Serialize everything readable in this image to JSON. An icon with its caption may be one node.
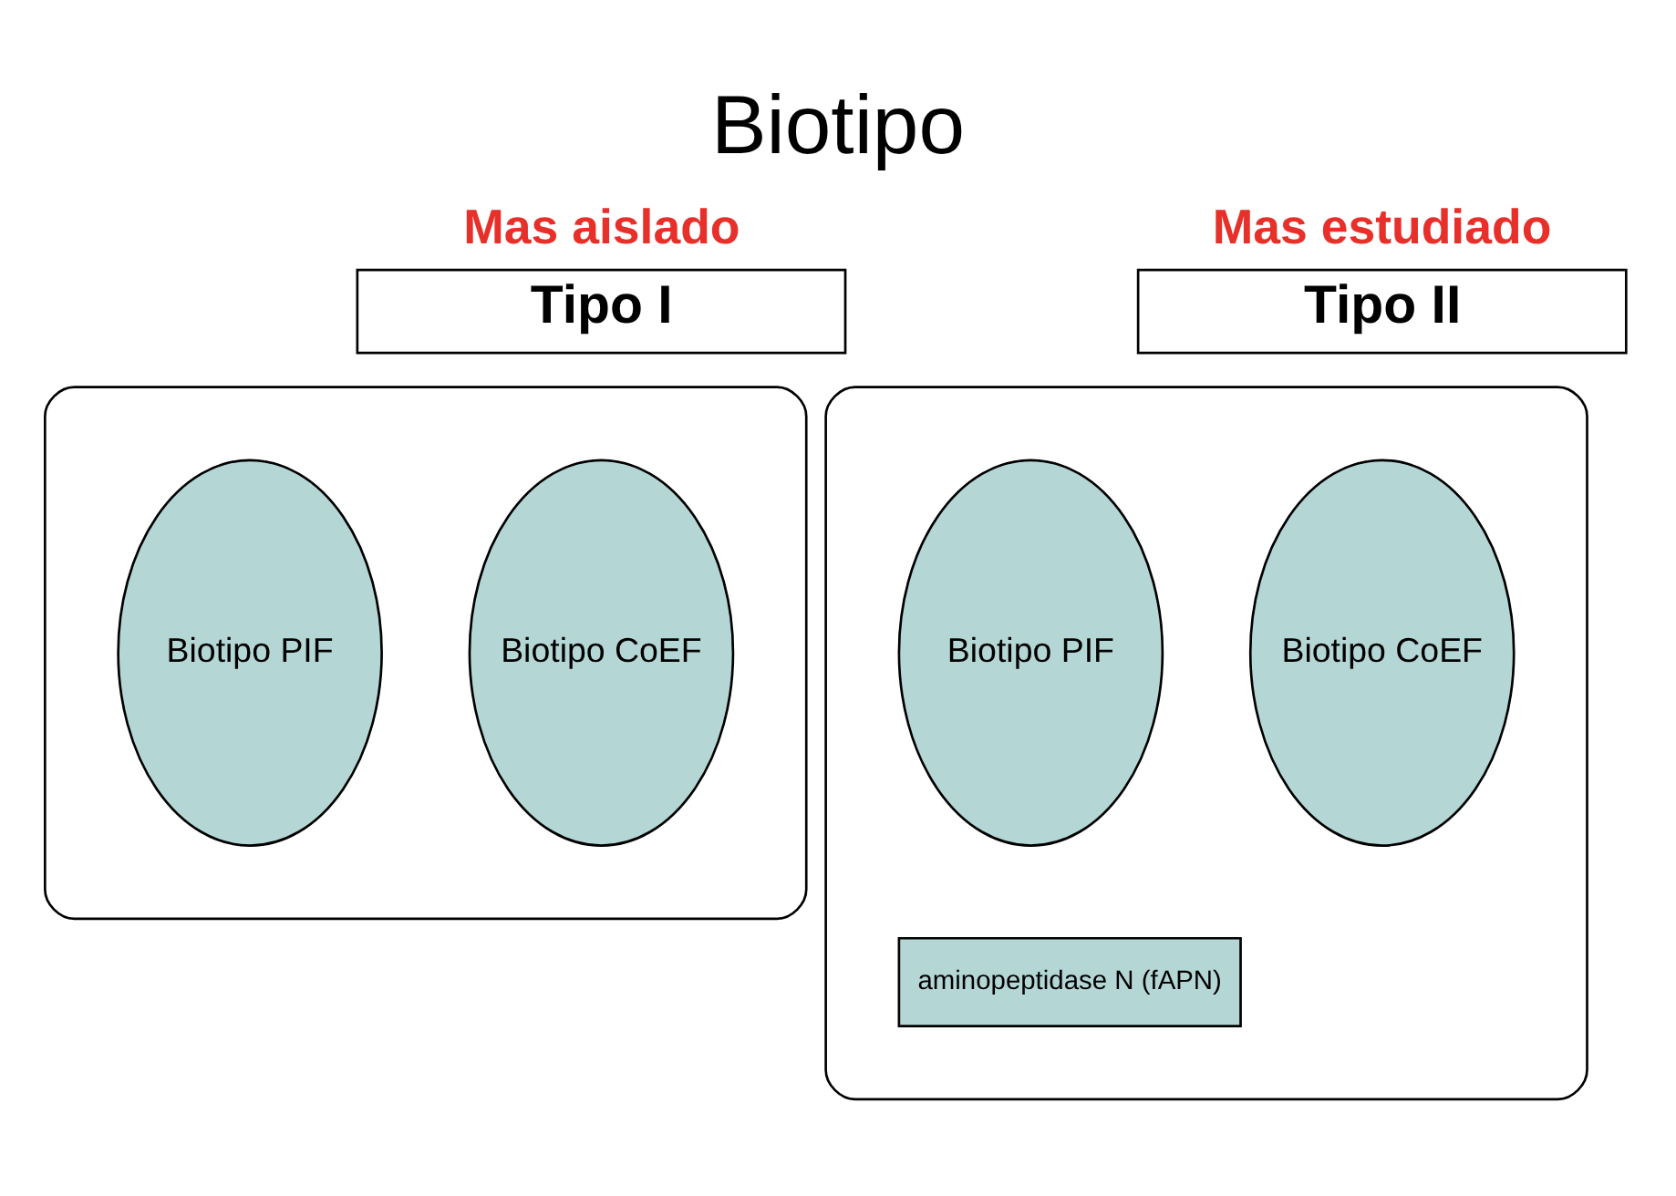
{
  "diagram": {
    "title": "Biotipo",
    "nodes": [
      {
        "text": [
          "Tipo I"
        ],
        "beside": [
          "Mas aislado"
        ]
      },
      {
        "text": [],
        "shape": "ellipse"
      },
      {
        "text": [
          "Biotipo CoEF"
        ],
        "in": 1
      },
      {
        "text": [
          "Biotipo PIF"
        ],
        "in": 1
      },
      {
        "text": [
          "Tipo II"
        ],
        "beside": [
          "Mas estudiado"
        ]
      },
      {
        "text": [],
        "shape": "ellipse"
      },
      {
        "text": [
          "Biotipo CoEF"
        ],
        "in": 5
      },
      {
        "text": [
          "Biotipo PIF"
        ],
        "in": 5
      },
      {
        "text": [
          "aminopeptidase N (fAPN)"
        ],
        "in": 5
      }
    ],
    "edges": []
  }
}
